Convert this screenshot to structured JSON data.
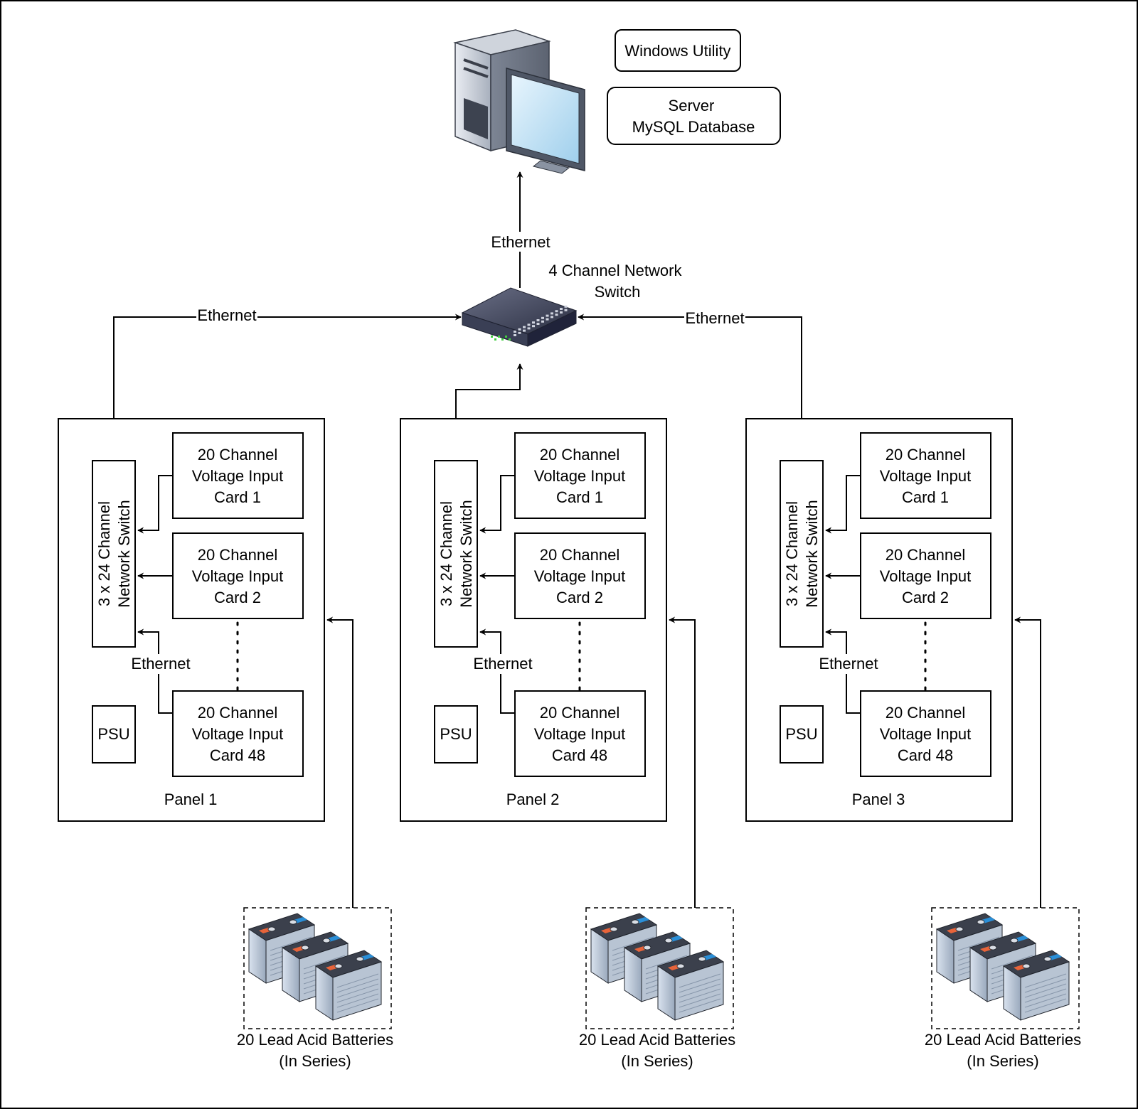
{
  "server": {
    "label_utility": "Windows Utility",
    "label_server_lines": [
      "Server",
      "MySQL Database"
    ],
    "icon": "computer-icon"
  },
  "main_switch": {
    "label_lines": [
      "4 Channel Network",
      "Switch"
    ],
    "uplink_label": "Ethernet",
    "icon": "network-switch-icon"
  },
  "links": {
    "panel1_label": "Ethernet",
    "panel3_label": "Ethernet"
  },
  "panels": [
    {
      "name": "Panel 1",
      "switch_lines": [
        "3 x 24 Channel",
        "Network Switch"
      ],
      "cards": [
        [
          "20 Channel",
          "Voltage Input",
          "Card 1"
        ],
        [
          "20 Channel",
          "Voltage Input",
          "Card 2"
        ],
        [
          "20 Channel",
          "Voltage Input",
          "Card 48"
        ]
      ],
      "ethernet_label": "Ethernet",
      "psu_label": "PSU",
      "batteries_lines": [
        "20 Lead Acid Batteries",
        "(In Series)"
      ]
    },
    {
      "name": "Panel 2",
      "switch_lines": [
        "3 x 24 Channel",
        "Network Switch"
      ],
      "cards": [
        [
          "20 Channel",
          "Voltage Input",
          "Card 1"
        ],
        [
          "20 Channel",
          "Voltage Input",
          "Card 2"
        ],
        [
          "20 Channel",
          "Voltage Input",
          "Card 48"
        ]
      ],
      "ethernet_label": "Ethernet",
      "psu_label": "PSU",
      "batteries_lines": [
        "20 Lead Acid Batteries",
        "(In Series)"
      ]
    },
    {
      "name": "Panel 3",
      "switch_lines": [
        "3 x 24 Channel",
        "Network Switch"
      ],
      "cards": [
        [
          "20 Channel",
          "Voltage Input",
          "Card 1"
        ],
        [
          "20 Channel",
          "Voltage Input",
          "Card 2"
        ],
        [
          "20 Channel",
          "Voltage Input",
          "Card 48"
        ]
      ],
      "ethernet_label": "Ethernet",
      "psu_label": "PSU",
      "batteries_lines": [
        "20 Lead Acid Batteries",
        "(In Series)"
      ]
    }
  ],
  "colors": {
    "battery_red": "#e8643a",
    "battery_blue": "#2a8fd8",
    "monitor_screen": "#bfe2f5",
    "switch_led": "#3fcf3f"
  }
}
